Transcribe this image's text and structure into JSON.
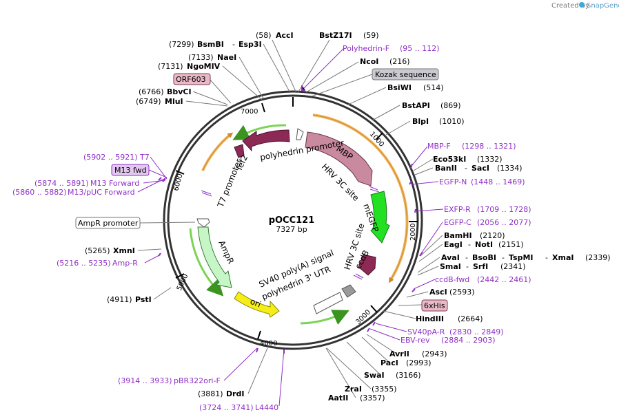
{
  "credit": "Created by",
  "brand": "SnapGene",
  "plasmid": {
    "name": "pOCC121",
    "length": "7327 bp"
  },
  "ticks": [
    "1000",
    "2000",
    "3000",
    "4000",
    "5000",
    "6000",
    "7000"
  ],
  "features": {
    "polyhedrin_promoter": "polyhedrin promoter",
    "mbp": "MBP",
    "hrv_top": "HRV 3C site",
    "megfp": "mEGFP",
    "hrv_bottom": "HRV 3C site",
    "ccdb": "ccdB",
    "sv40": "SV40 poly(A) signal",
    "polh_utr": "polyhedrin 3' UTR",
    "ori": "ori",
    "ampr": "AmpR",
    "t7_promoter": "T7 promoter",
    "lef2": "lef2"
  },
  "boxed": {
    "kozak": "Kozak sequence",
    "orf603": "ORF603",
    "m13fwd": "M13 fwd",
    "ampr_promoter": "AmpR promoter",
    "sixhis": "6xHis"
  },
  "labels": {
    "accI": {
      "name": "AccI",
      "pos": "(58)"
    },
    "bstz17i": {
      "name": "BstZ17I",
      "pos": "(59)"
    },
    "polhF": {
      "name": "Polyhedrin-F",
      "pos": "(95 .. 112)"
    },
    "ncoI": {
      "name": "NcoI",
      "pos": "(216)"
    },
    "bsiwi": {
      "name": "BsiWI",
      "pos": "(514)"
    },
    "bstapi": {
      "name": "BstAPI",
      "pos": "(869)"
    },
    "blpi": {
      "name": "BlpI",
      "pos": "(1010)"
    },
    "mbpF": {
      "name": "MBP-F",
      "pos": "(1298 .. 1321)"
    },
    "eco53ki": {
      "name": "Eco53kI",
      "pos": "(1332)"
    },
    "banII": {
      "name": "BanII",
      "name2": "SacI",
      "pos": "(1334)"
    },
    "egfpN": {
      "name": "EGFP-N",
      "pos": "(1448 .. 1469)"
    },
    "exfpR": {
      "name": "EXFP-R",
      "pos": "(1709 .. 1728)"
    },
    "egfpC": {
      "name": "EGFP-C",
      "pos": "(2056 .. 2077)"
    },
    "bamhi": {
      "name": "BamHI",
      "pos": "(2120)"
    },
    "eagI": {
      "name": "EagI",
      "name2": "NotI",
      "pos": "(2151)"
    },
    "avaI": {
      "name": "AvaI",
      "name2": "BsoBI",
      "name3": "TspMI",
      "name4": "XmaI",
      "pos": "(2339)"
    },
    "smaI": {
      "name": "SmaI",
      "name2": "SrfI",
      "pos": "(2341)"
    },
    "ccdbFwd": {
      "name": "ccdB-fwd",
      "pos": "(2442 .. 2461)"
    },
    "ascI": {
      "name": "AscI",
      "pos": "(2593)"
    },
    "hindIII": {
      "name": "HindIII",
      "pos": "(2664)"
    },
    "sv40pAR": {
      "name": "SV40pA-R",
      "pos": "(2830 .. 2849)"
    },
    "ebvRev": {
      "name": "EBV-rev",
      "pos": "(2884 .. 2903)"
    },
    "avrII": {
      "name": "AvrII",
      "pos": "(2943)"
    },
    "pacI": {
      "name": "PacI",
      "pos": "(2993)"
    },
    "swaI": {
      "name": "SwaI",
      "pos": "(3166)"
    },
    "zraI": {
      "name": "ZraI",
      "pos": "(3355)"
    },
    "aatII": {
      "name": "AatII",
      "pos": "(3357)"
    },
    "l4440": {
      "name": "L4440",
      "pos": "(3724 .. 3741)"
    },
    "drdI": {
      "name": "DrdI",
      "pos": "(3881)"
    },
    "pbr322": {
      "name": "pBR322ori-F",
      "pos": "(3914 .. 3933)"
    },
    "pstI": {
      "name": "PstI",
      "pos": "(4911)"
    },
    "ampR": {
      "name": "Amp-R",
      "pos": "(5216 .. 5235)"
    },
    "xmnI": {
      "name": "XmnI",
      "pos": "(5265)"
    },
    "m13uPuc": {
      "name": "M13/pUC Forward",
      "pos": "(5860 .. 5882)"
    },
    "m13Forward": {
      "name": "M13 Forward",
      "pos": "(5874 .. 5891)"
    },
    "t7": {
      "name": "T7",
      "pos": "(5902 .. 5921)"
    },
    "mluI": {
      "name": "MluI",
      "pos": "(6749)"
    },
    "bbvCI": {
      "name": "BbvCI",
      "pos": "(6766)"
    },
    "ngoMIV": {
      "name": "NgoMIV",
      "pos": "(7131)"
    },
    "naeI": {
      "name": "NaeI",
      "pos": "(7133)"
    },
    "bsmBI": {
      "name": "BsmBI",
      "name2": "Esp3I",
      "pos": "(7299)"
    }
  },
  "colors": {
    "backbone": "#333333",
    "primer": "#8f2fc7",
    "mbp": "#c9899f",
    "megfp": "#22e022",
    "ccdb": "#8c2a55",
    "ori": "#f5ee16",
    "ampr": "#c6f5c6",
    "orange_arc": "#f2b25a",
    "green_arc": "#57b52a"
  }
}
